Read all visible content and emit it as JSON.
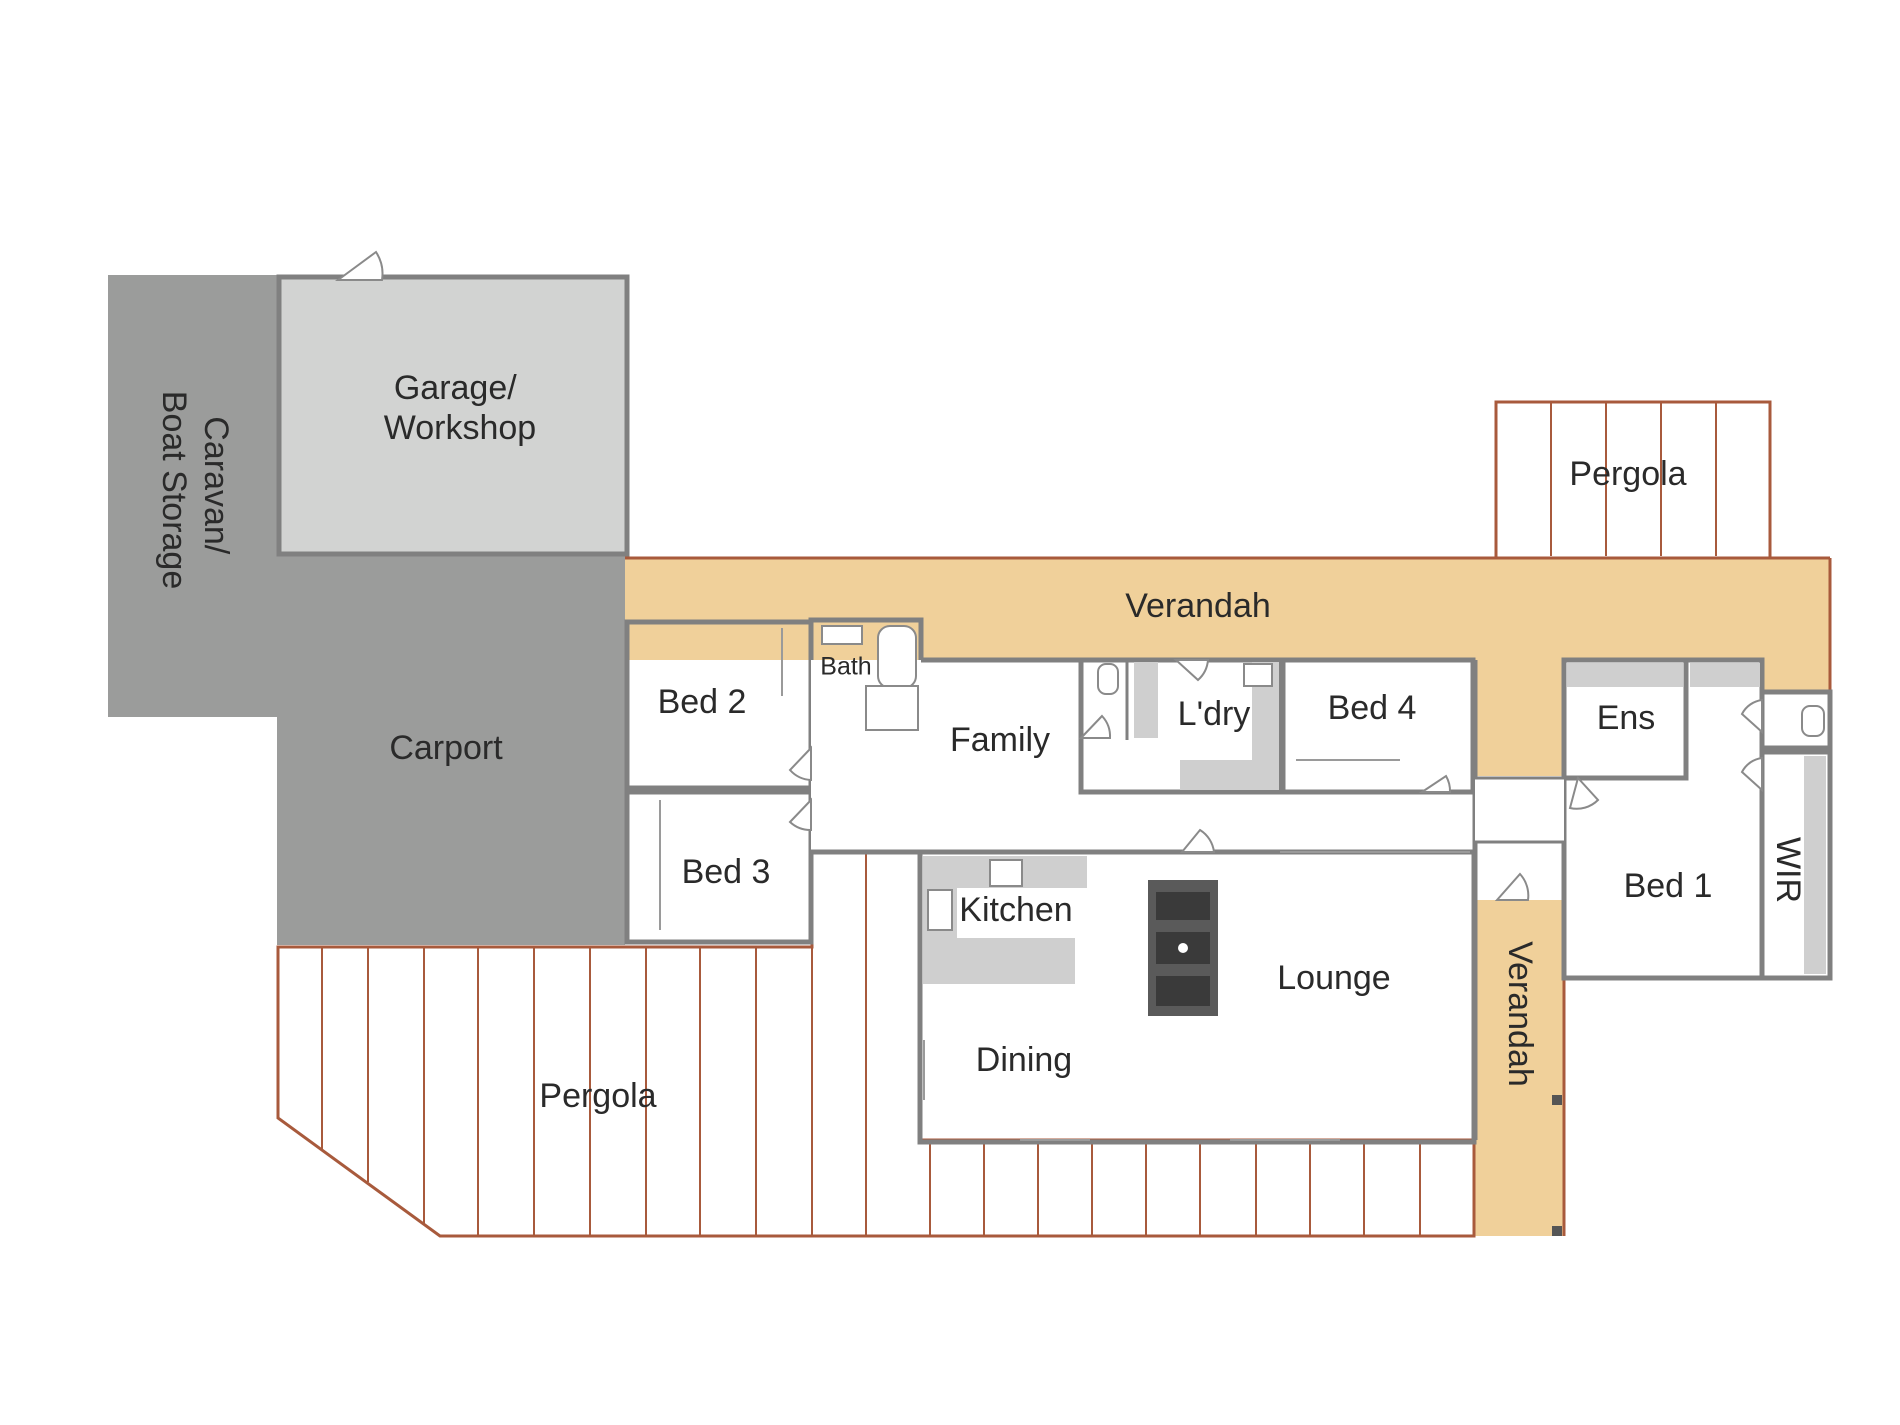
{
  "floorplan": {
    "rooms": {
      "caravan_line1": "Caravan/",
      "caravan_line2": "Boat Storage",
      "garage_line1": "Garage/",
      "garage_line2": "Workshop",
      "carport": "Carport",
      "pergola_top": "Pergola",
      "verandah_top": "Verandah",
      "bed2": "Bed 2",
      "bath": "Bath",
      "family": "Family",
      "laundry": "L'dry",
      "bed4": "Bed 4",
      "ens": "Ens",
      "bed3": "Bed 3",
      "kitchen": "Kitchen",
      "lounge": "Lounge",
      "dining": "Dining",
      "verandah_side": "Verandah",
      "bed1": "Bed 1",
      "wir": "WIR",
      "pergola_bottom": "Pergola"
    },
    "colors": {
      "deck": "#f0d09a",
      "deck_line": "#a85a3c",
      "carport": "#9b9c9b",
      "garage": "#d2d3d2",
      "wall": "#808080",
      "bench": "#cfcfcf",
      "cooktop": "#5a5a5a",
      "room": "#ffffff"
    }
  }
}
